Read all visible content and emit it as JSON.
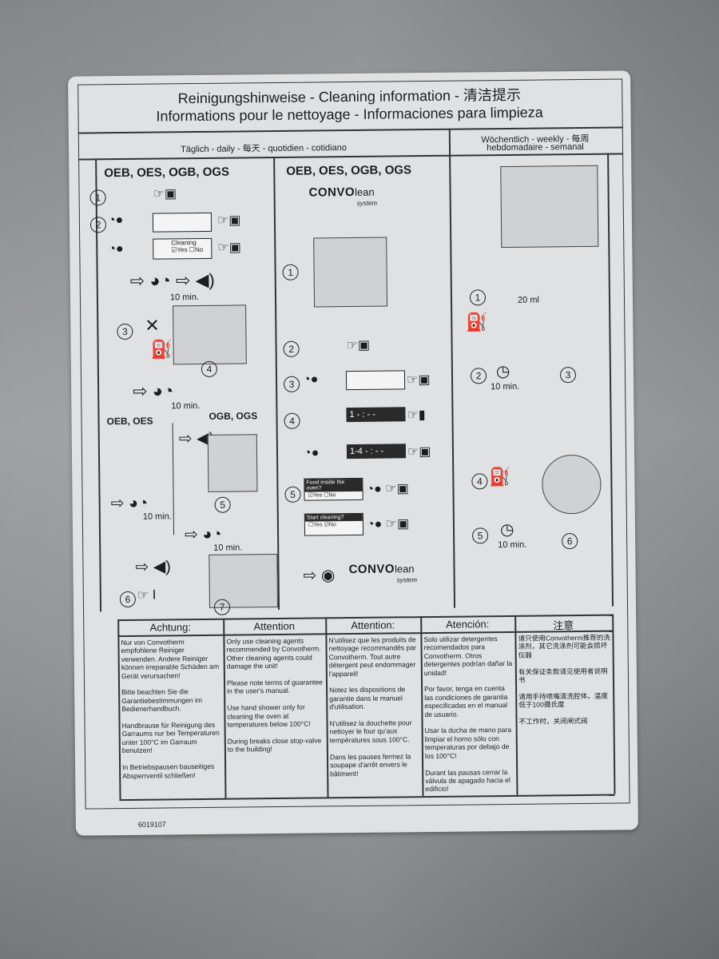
{
  "header": {
    "line1": "Reinigungshinweise - Cleaning information - 清洁提示",
    "line2": "Informations pour le nettoyage - Informaciones para limpieza"
  },
  "daily_header": "Täglich - daily - 每天 - quotidien - cotidiano",
  "weekly_header": {
    "line1": "Wöchentlich - weekly - 每周",
    "line2": "hebdomadaire - semanal"
  },
  "col1": {
    "models": "OEB, OES, OGB, OGS",
    "cleaning_prompt": "Cleaning",
    "yes": "Yes",
    "no": "No",
    "time_a": "10 min.",
    "time_b": "10 min.",
    "sub_left": "OEB, OES",
    "sub_right": "OGB, OGS",
    "time_c": "10 min.",
    "time_d": "10 min."
  },
  "col2": {
    "models": "OEB, OES, OGB, OGS",
    "brand_a": "CONVO",
    "brand_b": "lean",
    "brand_c": "system",
    "display_1": "1 - : - -",
    "display_2": "1-4 - : - -",
    "food_prompt": "Food inside the oven?",
    "start_prompt": "Start cleaning?",
    "yes": "Yes",
    "no": "No"
  },
  "col3": {
    "dose": "20 ml",
    "time_a": "10 min.",
    "time_b": "10 min."
  },
  "steps": [
    "1",
    "2",
    "3",
    "4",
    "5",
    "6",
    "7"
  ],
  "warnings": [
    {
      "head": "Achtung:",
      "text": "Nur von Convotherm empfohlene Reiniger verwenden. Andere Reiniger können irreparable Schäden am Gerät verursachen!\n\nBitte beachten Sie die Garantiebestimmungen im Bedienerhandbuch.\n\nHandbrause für Reinigung des Garraums nur bei Temperaturen unter 100°C im Garraum benutzen!\n\nIn Betriebspausen bauseitiges Absperrventil schließen!"
    },
    {
      "head": "Attention",
      "text": "Only use cleaning agents recommended by Convotherm. Other cleaning agents could damage the unit!\n\nPlease note terms of guarantee in the user's manual.\n\nUse hand shower only for cleaning the oven at temperatures below 100°C!\n\nDuring breaks close stop-valve to the building!"
    },
    {
      "head": "Attention:",
      "text": "N'utilisez que les produits de nettoyage recommandés par Convotherm. Tout autre détergent peut endommager l'appareil!\n\nNotez les dispositions de garantie dans le manuel d'utilisation.\n\nN'utilisez la douchette pour nettoyer le four qu'aux températures sous 100°C.\n\nDans les pauses fermez la soupape d'arrêt envers le bâtiment!"
    },
    {
      "head": "Atención:",
      "text": "Solo utilizar detergentes recomendados para Convotherm. Otros detergentes podrían dañar la unidad!\n\nPor favor, tenga en cuenta las condiciones de garantia especificadas en el manual de usuario.\n\nUsar la ducha de mano para limpiar el horno sólo con temperaturas por debajo de los 100°C!\n\nDurant las pausas cerrar la válvula de apagado hacia el edificio!"
    },
    {
      "head": "注意",
      "text": "请只使用Convotherm推荐的洗涤剂，其它洗涤剂可能会损坏仪器\n\n有关保证条款请见使用者说明书\n\n请用手持喷嘴清洗腔体，温度低于100摄氏度\n\n不工作时，关闭闸式阀"
    }
  ],
  "part_number": "6019107"
}
